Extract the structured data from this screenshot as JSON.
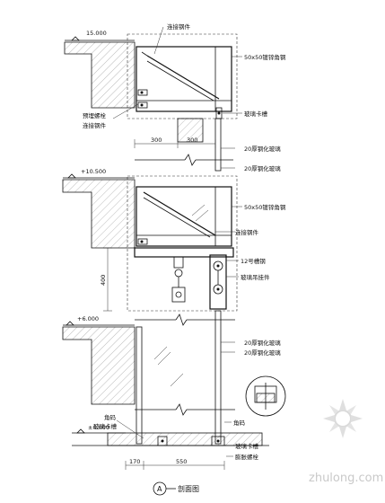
{
  "levels": {
    "top": "15.000",
    "middle": "+10.500",
    "lower": "+6.000",
    "ground": "±0.000"
  },
  "labels": {
    "connector_top": "连接钢件",
    "angle_steel_top": "50x50镀锌角钢",
    "embedded_bolt": "预埋螺栓",
    "connector_mid_left": "连接钢件",
    "glass_clamp_top": "玻璃卡槽",
    "tempered_glass_1": "20厚钢化玻璃",
    "tempered_glass_2": "20厚钢化玻璃",
    "angle_steel_mid": "50x50镀锌角钢",
    "connector_mid": "连接钢件",
    "channel_steel": "12号槽钢",
    "glass_hanger": "玻璃吊挂件",
    "tempered_glass_3": "20厚钢化玻璃",
    "tempered_glass_4": "20厚钢化玻璃",
    "angle_left": "角码",
    "glass_clamp_left": "玻璃卡槽",
    "angle_right": "角码",
    "glass_clamp_bottom": "玻璃卡槽",
    "expansion_bolt": "膨胀螺栓"
  },
  "dimensions": {
    "d300_left": "300",
    "d300_right": "300",
    "d400": "400",
    "d170": "170",
    "d550": "550"
  },
  "title": {
    "marker": "A",
    "text": "剖面图"
  },
  "watermark": "zhulong.com"
}
